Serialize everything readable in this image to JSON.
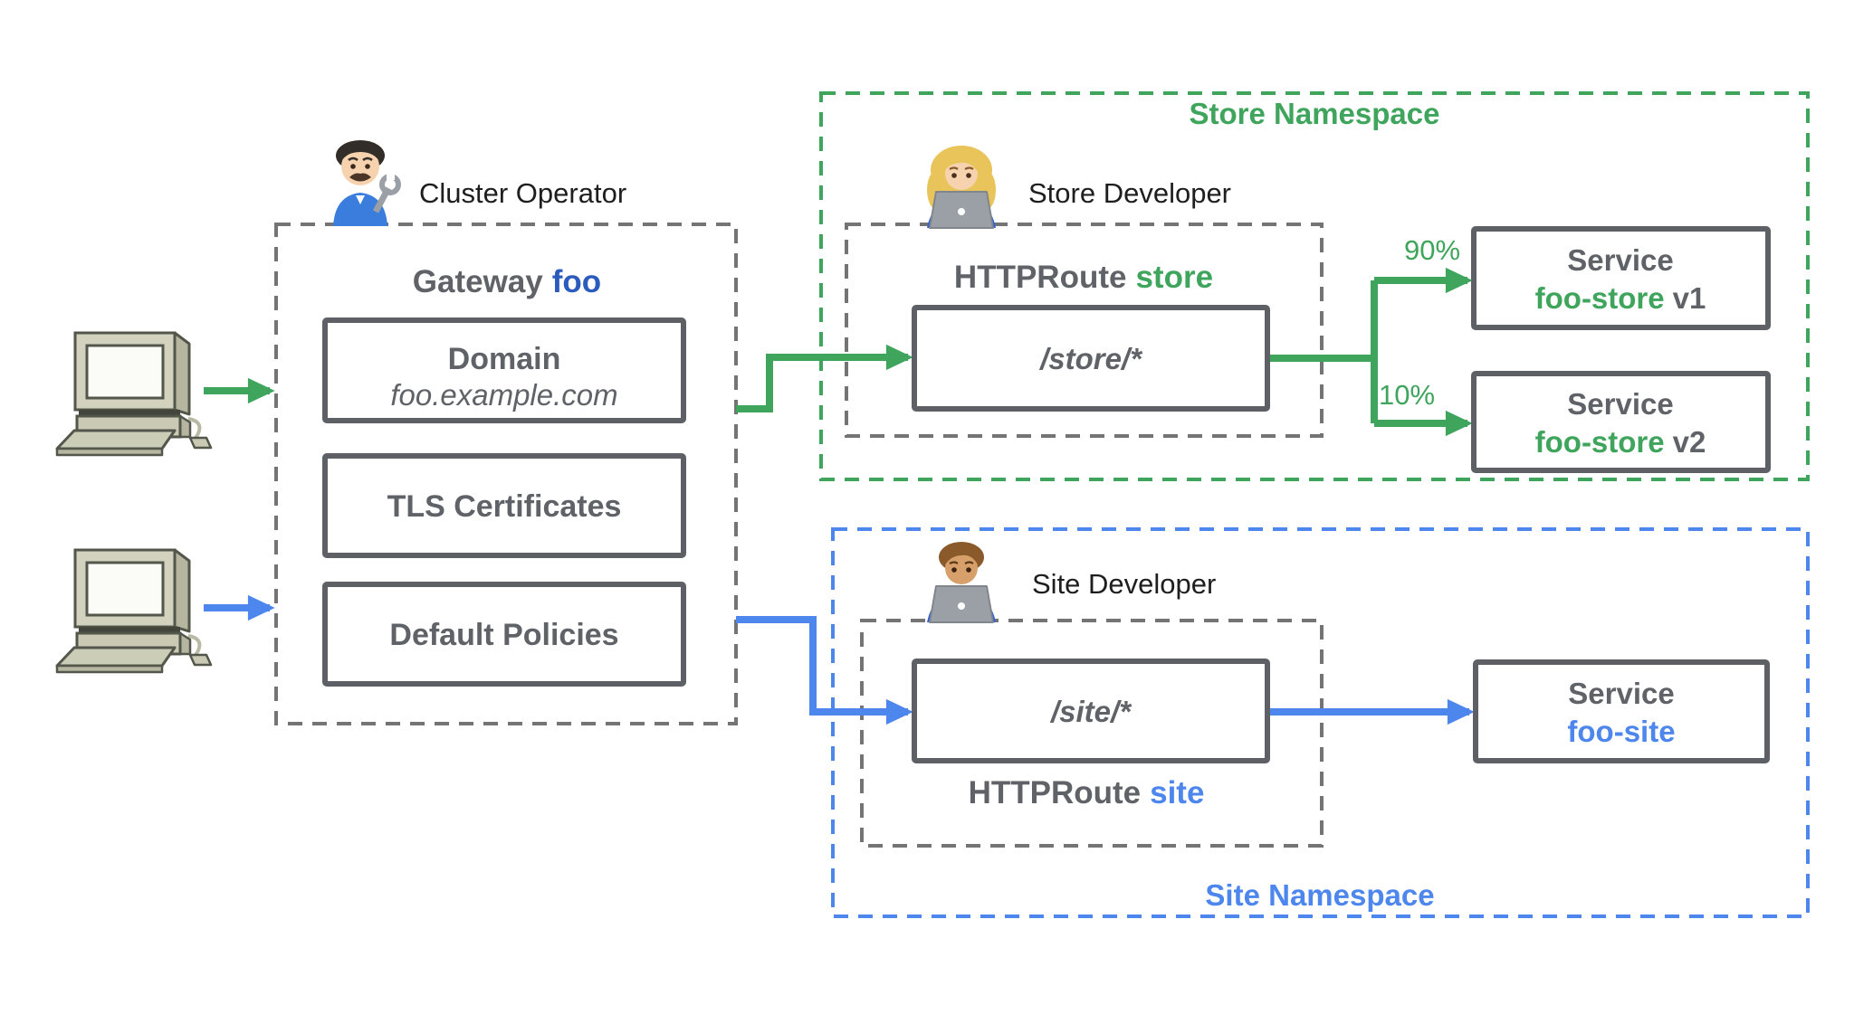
{
  "clients": {
    "client1_icon": "retro-computer-icon",
    "client2_icon": "retro-computer-icon"
  },
  "gateway": {
    "operator_label": "Cluster Operator",
    "operator_icon": "man-mechanic-emoji",
    "title_prefix": "Gateway",
    "title_name": "foo",
    "domain_label": "Domain",
    "domain_value": "foo.example.com",
    "tls_label": "TLS Certificates",
    "policies_label": "Default Policies"
  },
  "store_namespace": {
    "label": "Store Namespace",
    "developer_label": "Store Developer",
    "developer_icon": "woman-technologist-emoji",
    "route_prefix": "HTTPRoute",
    "route_name": "store",
    "path_rule": "/store/*",
    "weight_v1": "90%",
    "weight_v2": "10%",
    "service_word_v1": "Service",
    "service_v1_name": "foo-store",
    "service_v1_version": "v1",
    "service_word_v2": "Service",
    "service_v2_name": "foo-store",
    "service_v2_version": "v2"
  },
  "site_namespace": {
    "label": "Site Namespace",
    "developer_label": "Site Developer",
    "developer_icon": "man-technologist-emoji",
    "route_prefix": "HTTPRoute",
    "route_name": "site",
    "path_rule": "/site/*",
    "service_word": "Service",
    "service_name": "foo-site"
  },
  "colors": {
    "green": "#3fa45c",
    "blue": "#4d86ec",
    "foo_blue": "#2b5bbd",
    "gray": "#5f6368",
    "black": "#1e1e1e"
  }
}
